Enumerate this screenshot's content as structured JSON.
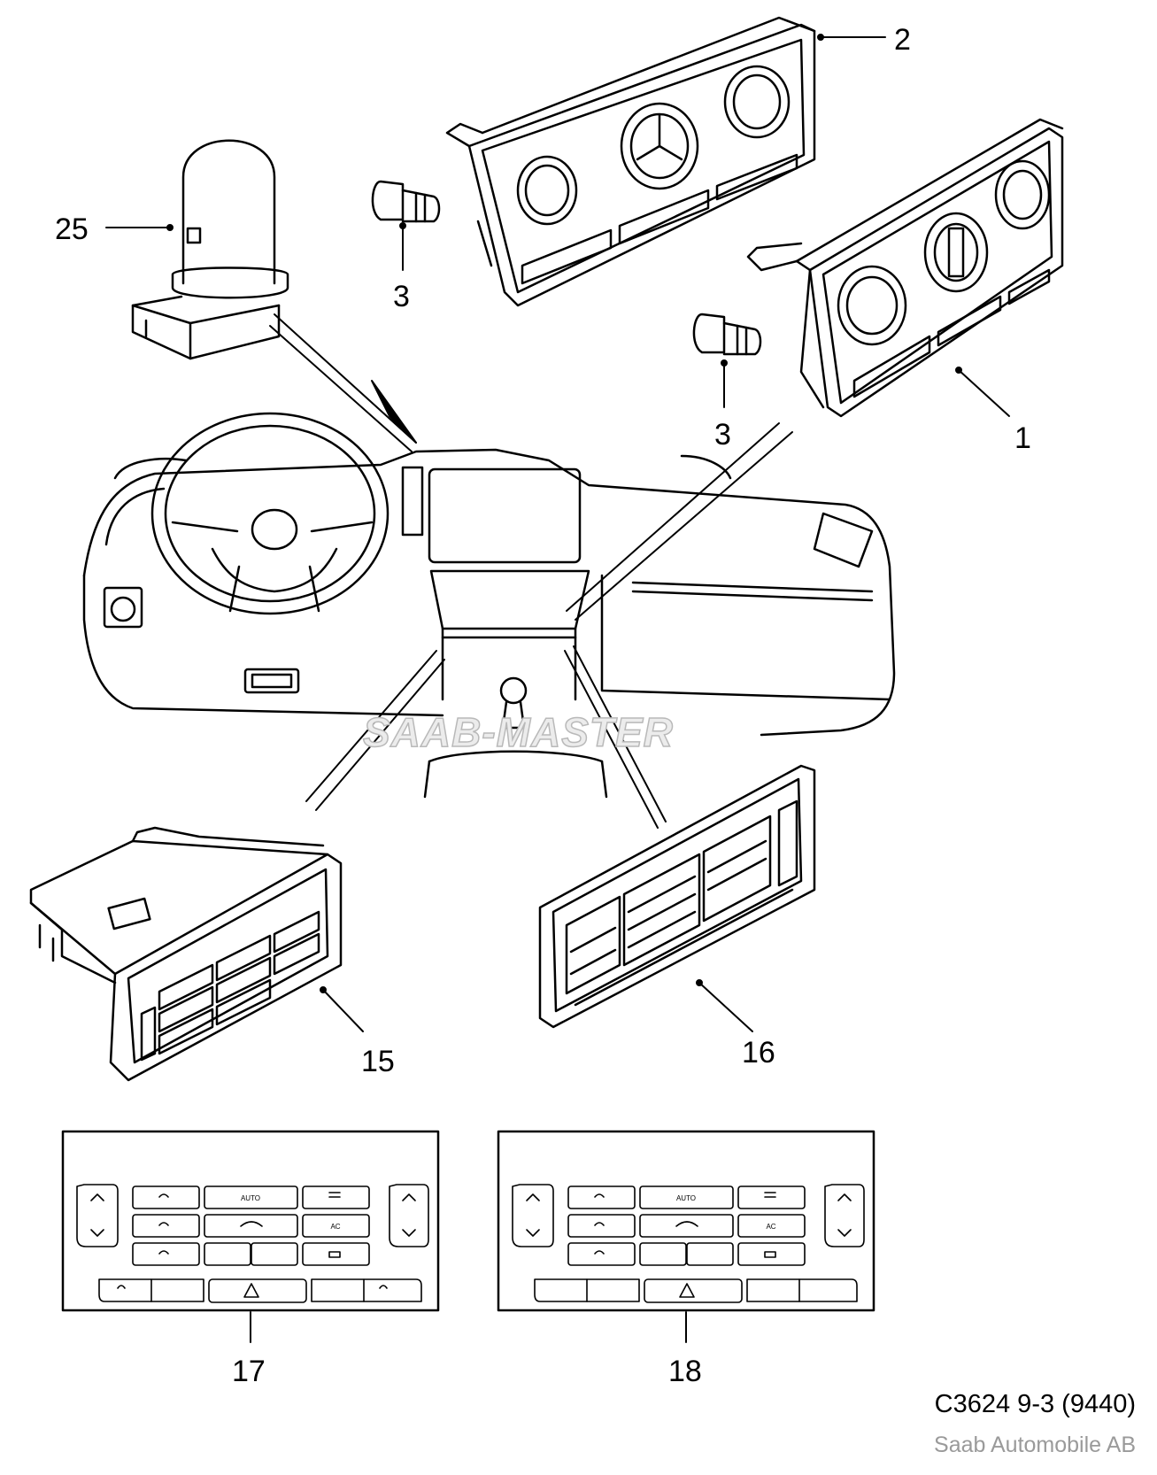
{
  "callouts": {
    "c1": "1",
    "c2": "2",
    "c3a": "3",
    "c3b": "3",
    "c15": "15",
    "c16": "16",
    "c17": "17",
    "c18": "18",
    "c25": "25"
  },
  "panel_labels": {
    "auto": "AUTO",
    "ac": "AC"
  },
  "watermark": "SAAB-MASTER",
  "footer": {
    "code": "C3624 9-3 (9440)",
    "company": "Saab Automobile AB"
  }
}
